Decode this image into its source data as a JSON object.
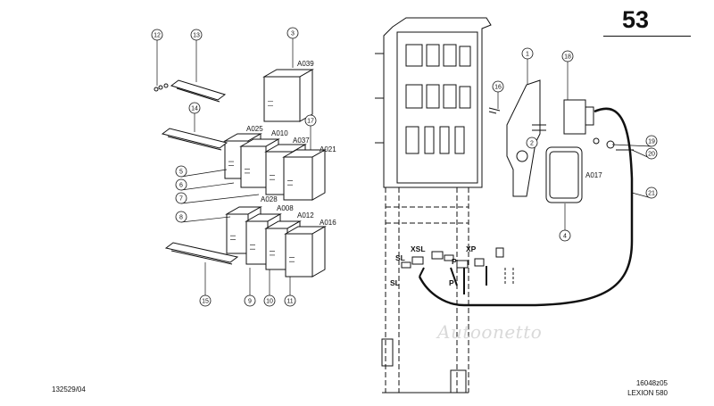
{
  "page": {
    "number": "53",
    "drawing_code": "132529/04",
    "figure_code": "16048z05",
    "model": "LEXION 580",
    "watermark": "Autoonetto"
  },
  "callouts": [
    "1",
    "2",
    "3",
    "4",
    "5",
    "6",
    "7",
    "8",
    "9",
    "10",
    "11",
    "12",
    "13",
    "14",
    "15",
    "16",
    "17",
    "18",
    "19",
    "20",
    "21"
  ],
  "modules": [
    "A039",
    "A025",
    "A010",
    "A037",
    "A021",
    "A028",
    "A008",
    "A012",
    "A016",
    "A017"
  ],
  "connectors": [
    "XSL",
    "XP",
    "SL",
    "SL",
    "P",
    "P"
  ]
}
